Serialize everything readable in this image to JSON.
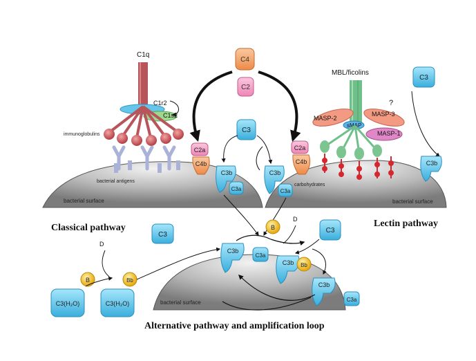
{
  "labels": {
    "c1q": "C1q",
    "c1r2": "C1r2",
    "c1s2": "C1s2",
    "immunoglobulins": "immunoglobulins",
    "bacterial_antigens": "bacterial antigens",
    "bacterial_surface": "bacterial surface",
    "carbohydrates": "carbohydrates",
    "mbl_ficolins": "MBL/ficolins",
    "masp2": "MASP-2",
    "smap": "sMAP",
    "masp3": "MASP-3",
    "masp1": "MASP-1",
    "question": "?",
    "c4": "C4",
    "c2": "C2",
    "c3": "C3",
    "c2a": "C2a",
    "c4b": "C4b",
    "c3b": "C3b",
    "c3a": "C3a",
    "b": "B",
    "bb": "Bb",
    "d": "D",
    "c3h2o": "C3(H₂O)"
  },
  "captions": {
    "classical": "Classical pathway",
    "lectin": "Lectin pathway",
    "alternative": "Alternative pathway and amplification loop"
  },
  "colors": {
    "c3_fill": "#5bc8f0",
    "c4_fill": "#f39a5c",
    "c2_fill": "#f4a0c8",
    "c1q_stem": "#b7555a",
    "mbl_stem": "#6fbf8a",
    "factor_b": "#f5c93a",
    "surface": "#8f8f8f"
  }
}
